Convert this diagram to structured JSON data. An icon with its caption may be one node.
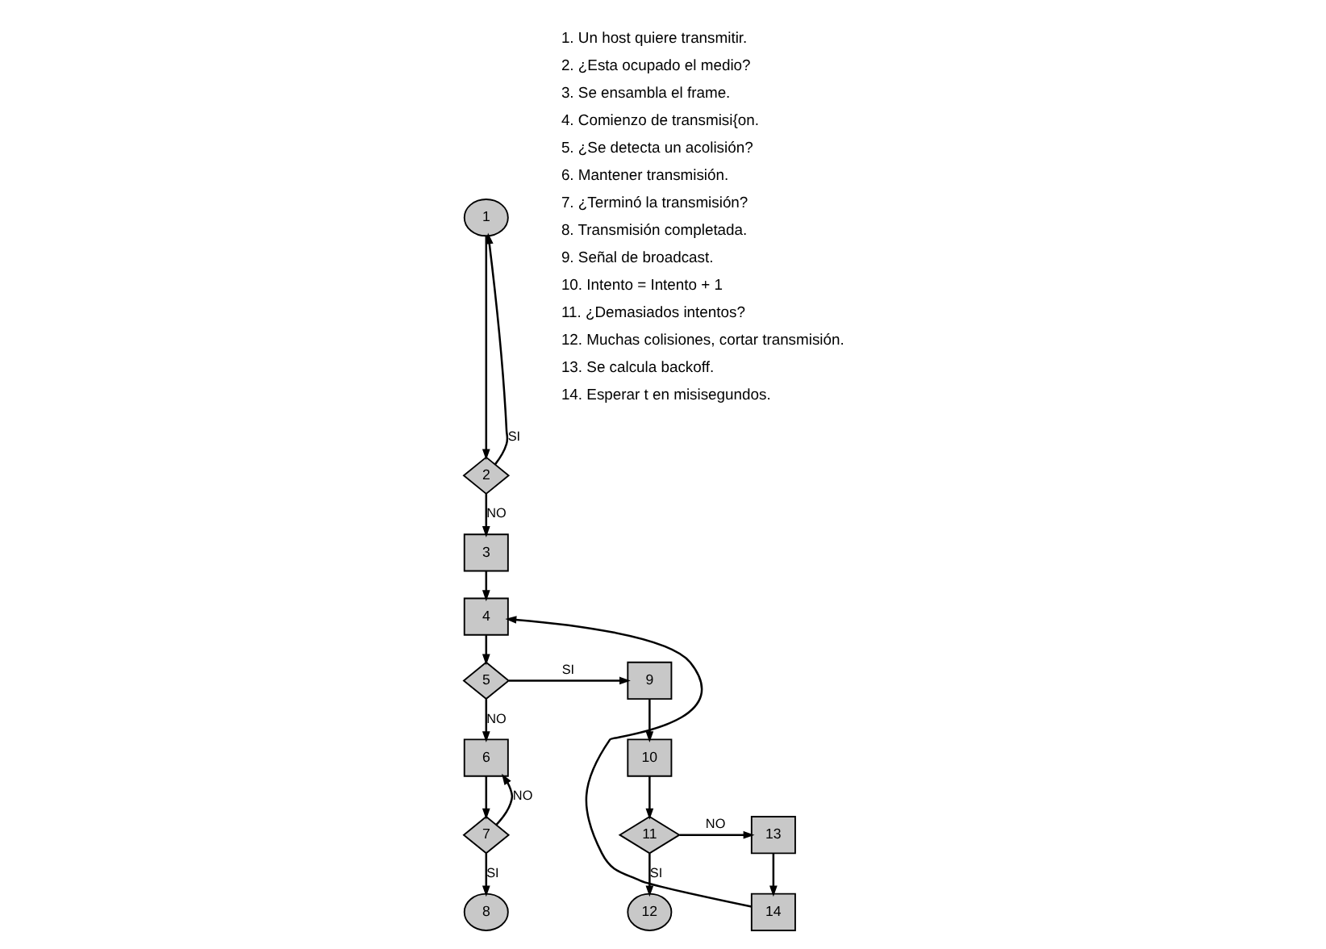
{
  "diagram": {
    "nodes": [
      {
        "text": [
          "1"
        ]
      },
      {
        "text": [
          "2"
        ]
      },
      {
        "text": [
          "3"
        ]
      },
      {
        "text": [
          "4"
        ]
      },
      {
        "text": [
          "5"
        ]
      },
      {
        "text": [
          "6"
        ]
      },
      {
        "text": [
          "7"
        ]
      },
      {
        "text": [
          "8"
        ]
      },
      {
        "text": [
          "9"
        ]
      },
      {
        "text": [
          "10"
        ]
      },
      {
        "text": [
          "11"
        ]
      },
      {
        "text": [
          "12"
        ]
      },
      {
        "text": [
          "13"
        ]
      },
      {
        "text": [
          "14"
        ]
      }
    ],
    "edges": [
      {
        "from": 0,
        "to": 1,
        "arrow": "to"
      },
      {
        "from": 1,
        "to": 0,
        "arrow": "to",
        "label": "SI"
      },
      {
        "from": 1,
        "to": 2,
        "arrow": "to",
        "label": "NO"
      },
      {
        "from": 2,
        "to": 3,
        "arrow": "to"
      },
      {
        "from": 3,
        "to": 4,
        "arrow": "to"
      },
      {
        "from": 4,
        "to": 8,
        "arrow": "to",
        "label": "SI"
      },
      {
        "from": 4,
        "to": 5,
        "arrow": "to",
        "label": "NO"
      },
      {
        "from": 5,
        "to": 6,
        "arrow": "to"
      },
      {
        "from": 6,
        "to": 5,
        "arrow": "to",
        "label": "NO"
      },
      {
        "from": 6,
        "to": 7,
        "arrow": "to",
        "label": "SI"
      },
      {
        "from": 8,
        "to": 9,
        "arrow": "to"
      },
      {
        "from": 9,
        "to": 10,
        "arrow": "to"
      },
      {
        "from": 10,
        "to": 12,
        "arrow": "to",
        "label": "NO"
      },
      {
        "from": 10,
        "to": 11,
        "arrow": "to",
        "label": "SI"
      },
      {
        "from": 12,
        "to": 13,
        "arrow": "to"
      },
      {
        "from": 13,
        "to": 3,
        "arrow": "to"
      }
    ],
    "labels": [
      "1. Un host quiere transmitir.",
      "2. ¿Esta ocupado el medio?",
      "3. Se ensambla el frame.",
      "4. Comienzo de transmisi{on.",
      "5. ¿Se detecta un acolisión?",
      "6. Mantener transmisión.",
      "7. ¿Terminó la transmisión?",
      "8. Transmisión completada.",
      "9. Señal de broadcast.",
      "10. Intento = Intento + 1",
      "11. ¿Demasiados intentos?",
      "12. Muchas colisiones, cortar transmisión.",
      "13. Se calcula backoff.",
      "14. Esperar t en misisegundos."
    ]
  }
}
